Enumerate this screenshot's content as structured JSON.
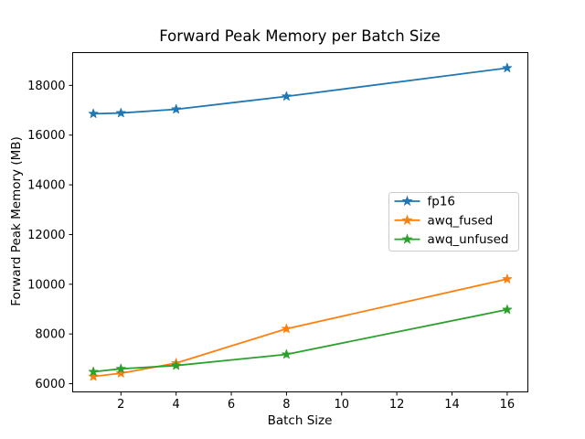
{
  "figure": {
    "background": "#ffffff"
  },
  "chart_data": {
    "type": "line",
    "title": "Forward Peak Memory per Batch Size",
    "xlabel": "Batch Size",
    "ylabel": "Forward Peak Memory (MB)",
    "x": [
      1,
      2,
      4,
      8,
      16
    ],
    "series": [
      {
        "name": "fp16",
        "color": "#1f77b4",
        "values": [
          16860,
          16890,
          17040,
          17560,
          18700
        ]
      },
      {
        "name": "awq_fused",
        "color": "#ff7f0e",
        "values": [
          6290,
          6420,
          6830,
          8210,
          10210
        ]
      },
      {
        "name": "awq_unfused",
        "color": "#2ca02c",
        "values": [
          6480,
          6600,
          6730,
          7180,
          8980
        ]
      }
    ],
    "marker": "star",
    "xticks": [
      2,
      4,
      6,
      8,
      10,
      12,
      14,
      16
    ],
    "yticks": [
      6000,
      8000,
      10000,
      12000,
      14000,
      16000,
      18000
    ],
    "xlim": [
      0.25,
      16.75
    ],
    "ylim": [
      5670,
      19320
    ],
    "grid": false,
    "legend_position": "center right",
    "legend_border_color": "#cccccc",
    "axis_color": "#000000"
  }
}
